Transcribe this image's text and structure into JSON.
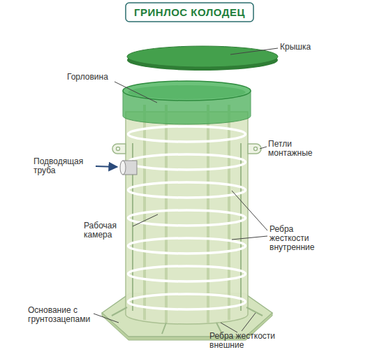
{
  "diagram": {
    "title": "ГРИНЛОС КОЛОДЕЦ",
    "labels": [
      "Крышка",
      "Горловина",
      "Петли монтажные",
      "Подводящая труба",
      "Рабочая камера",
      "Ребра жесткости внутренние",
      "Основание с грунтозацепами",
      "Ребра жесткости внешние"
    ]
  }
}
